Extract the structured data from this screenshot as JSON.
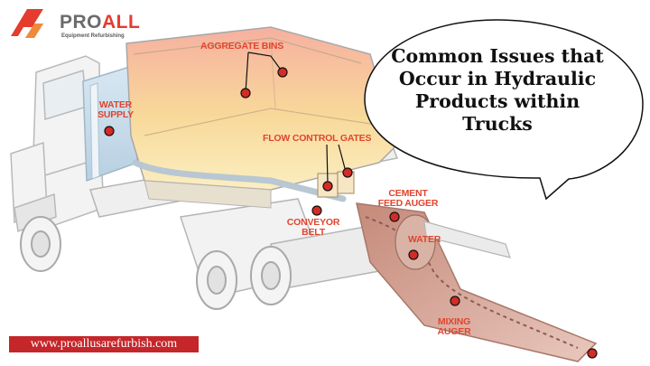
{
  "brand": {
    "name_part1": "PRO",
    "name_part2": "ALL",
    "tagline": "Equipment Refurbishing",
    "accent_color": "#e53c2e"
  },
  "bubble": {
    "title": "Common Issues that Occur in Hydraulic Products within Trucks"
  },
  "labels": {
    "aggregate_bins": "AGGREGATE BINS",
    "water_supply": "WATER SUPPLY",
    "flow_control_gates": "FLOW CONTROL GATES",
    "cement_feed_auger": "CEMENT FEED AUGER",
    "conveyor_belt": "CONVEYOR BELT",
    "water": "WATER",
    "mixing_auger": "MIXING AUGER"
  },
  "footer": {
    "url": "www.proallusarefurbish.com",
    "url_bg_color": "#c4262a"
  }
}
